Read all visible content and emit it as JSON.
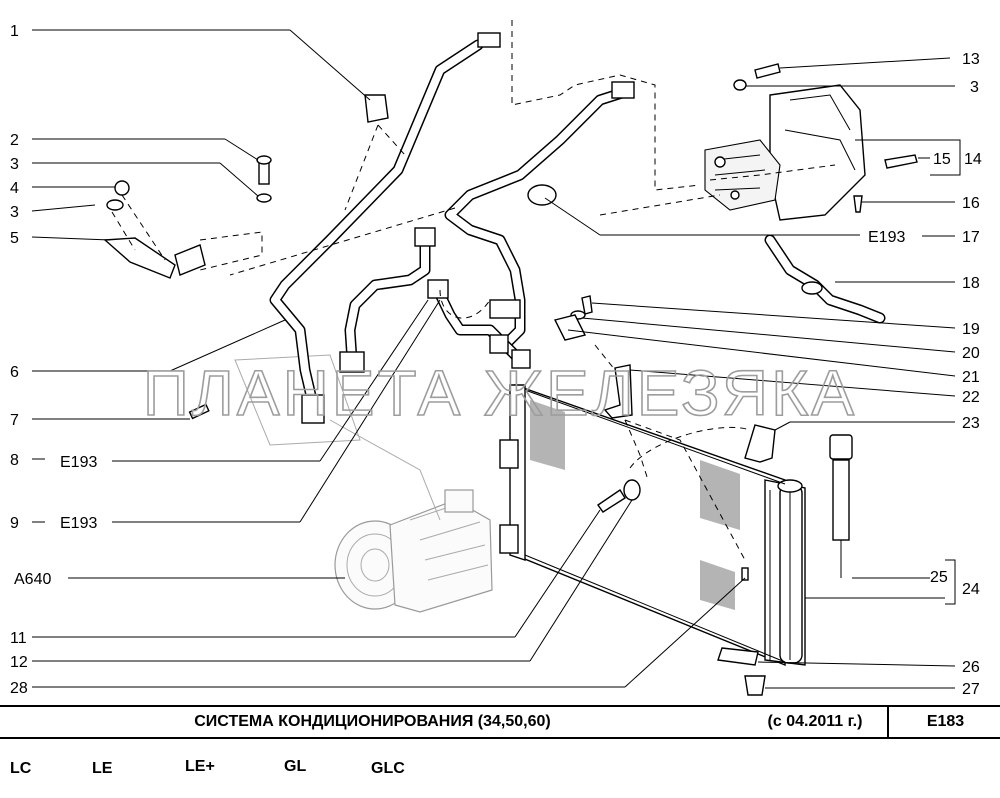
{
  "callouts": {
    "c1": "1",
    "c2": "2",
    "c3a": "3",
    "c4": "4",
    "c3b": "3",
    "c5": "5",
    "c6": "6",
    "c7": "7",
    "c8": "8",
    "c8code": "E193",
    "c9": "9",
    "c9code": "E193",
    "cA640": "A640",
    "c11": "11",
    "c12": "12",
    "c28": "28",
    "c13": "13",
    "c3c": "3",
    "c15": "15",
    "c14": "14",
    "c16": "16",
    "c17code": "E193",
    "c17": "17",
    "c18": "18",
    "c19": "19",
    "c20": "20",
    "c21": "21",
    "c22": "22",
    "c23": "23",
    "c25": "25",
    "c24": "24",
    "c26": "26",
    "c27": "27"
  },
  "watermark": "ПЛАНЕТА ЖЕЛЕЗЯКА",
  "title_bar": {
    "title": "СИСТЕМА  КОНДИЦИОНИРОВАНИЯ  (34,50,60)",
    "date": "(с 04.2011 г.)",
    "code": "E183"
  },
  "models": [
    "LC",
    "LE",
    "LE+",
    "GL",
    "GLC"
  ]
}
